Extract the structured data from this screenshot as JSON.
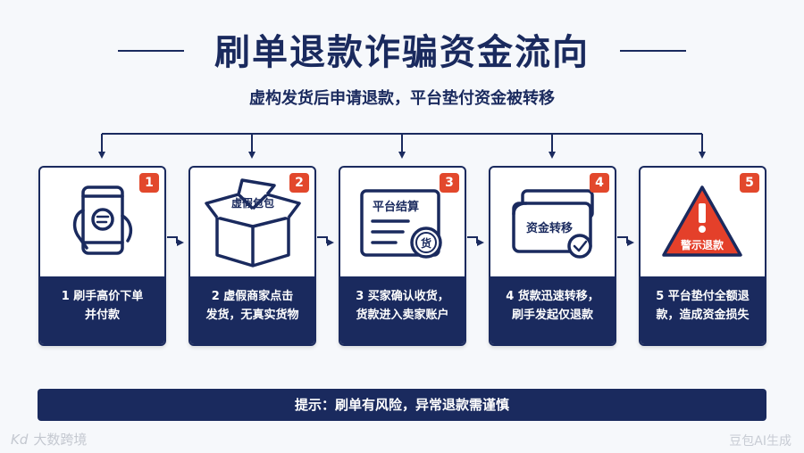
{
  "header": {
    "title": "刷单退款诈骗资金流向",
    "subtitle": "虚构发货后申请退款，平台垫付资金被转移"
  },
  "steps": [
    {
      "number": "1",
      "caption_line1": "1 刷手高价下单",
      "caption_line2": "并付款",
      "icon": "phone-icon"
    },
    {
      "number": "2",
      "caption_line1": "2 虚假商家点击",
      "caption_line2": "发货，无真实货物",
      "icon": "empty-box-icon",
      "icon_label": "虚假包包"
    },
    {
      "number": "3",
      "caption_line1": "3 买家确认收货，",
      "caption_line2": "货款进入卖家账户",
      "icon": "settlement-doc-icon",
      "icon_label": "平台结算",
      "coin_label": "货"
    },
    {
      "number": "4",
      "caption_line1": "4 货款迅速转移，",
      "caption_line2": "刷手发起仅退款",
      "icon": "wallet-transfer-icon",
      "icon_label": "资金转移"
    },
    {
      "number": "5",
      "caption_line1": "5 平台垫付全额退",
      "caption_line2": "款，造成资金损失",
      "icon": "warning-triangle-icon",
      "icon_label": "警示退款"
    }
  ],
  "tip": "提示：刷单有风险，异常退款需谨慎",
  "watermarks": {
    "left_logo": "Kd",
    "left": "大数跨境",
    "right": "豆包AI生成"
  },
  "colors": {
    "navy": "#1a2a5e",
    "badge_red": "#e2482c",
    "warning_red": "#e4402a"
  }
}
